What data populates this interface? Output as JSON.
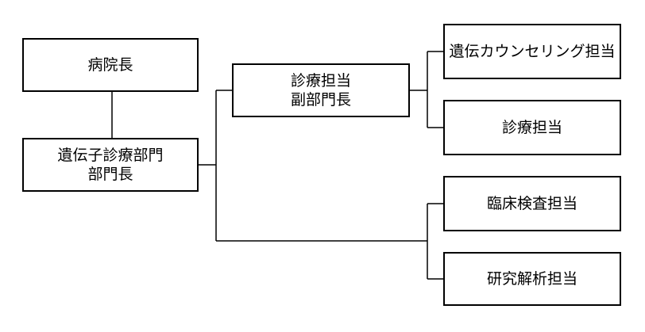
{
  "org_chart": {
    "nodes": {
      "hospital_director": {
        "label": "病院長"
      },
      "genetic_dept_head": {
        "label": "遺伝子診療部門\n部門長"
      },
      "clinical_deputy": {
        "label": "診療担当\n副部門長"
      },
      "counseling": {
        "label": "遺伝カウンセリング担当"
      },
      "clinical": {
        "label": "診療担当"
      },
      "lab_testing": {
        "label": "臨床検査担当"
      },
      "research_analysis": {
        "label": "研究解析担当"
      }
    },
    "edges": [
      [
        "hospital_director",
        "genetic_dept_head"
      ],
      [
        "genetic_dept_head",
        "clinical_deputy"
      ],
      [
        "genetic_dept_head",
        "lab_testing"
      ],
      [
        "genetic_dept_head",
        "research_analysis"
      ],
      [
        "clinical_deputy",
        "counseling"
      ],
      [
        "clinical_deputy",
        "clinical"
      ]
    ],
    "colors": {
      "line": "#000000",
      "box_border": "#000000",
      "background": "#ffffff"
    }
  }
}
